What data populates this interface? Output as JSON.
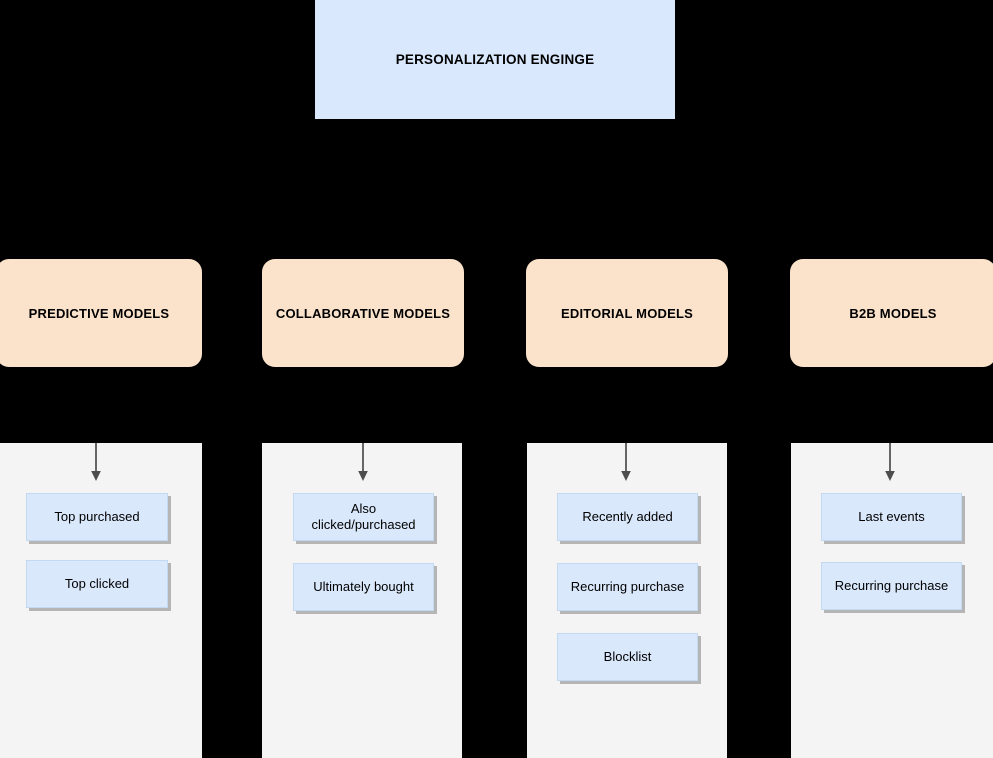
{
  "diagram": {
    "title": "PERSONALIZATION ENGINGE",
    "colors": {
      "background": "#000000",
      "header_fill": "#d9e8fd",
      "category_fill": "#fbe3cb",
      "panel_fill": "#f4f4f4",
      "leaf_fill": "#dae8fc",
      "connector": "#666666"
    },
    "columns": [
      {
        "category": "PREDICTIVE MODELS",
        "items": [
          {
            "label": "Top purchased"
          },
          {
            "label": "Top clicked"
          }
        ]
      },
      {
        "category": "COLLABORATIVE MODELS",
        "items": [
          {
            "label": "Also clicked/purchased"
          },
          {
            "label": "Ultimately bought"
          }
        ]
      },
      {
        "category": "EDITORIAL MODELS",
        "items": [
          {
            "label": "Recently added"
          },
          {
            "label": "Recurring purchase"
          },
          {
            "label": "Blocklist"
          }
        ]
      },
      {
        "category": "B2B MODELS",
        "items": [
          {
            "label": "Last events"
          },
          {
            "label": "Recurring purchase"
          }
        ]
      }
    ]
  }
}
